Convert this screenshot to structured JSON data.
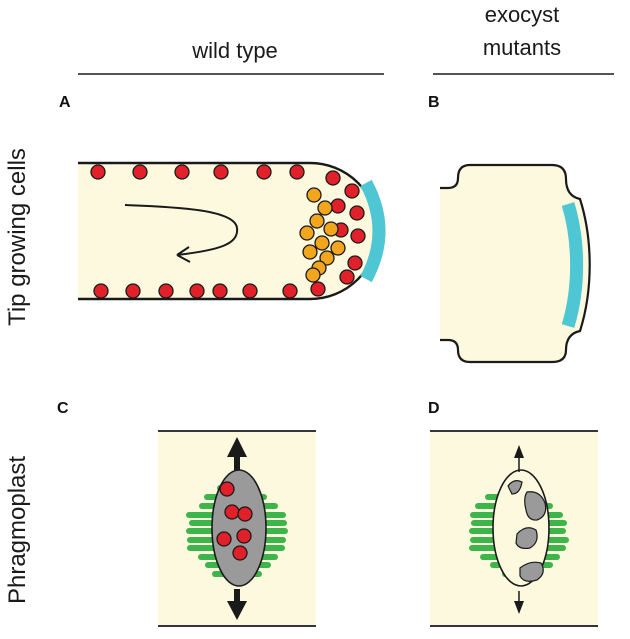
{
  "headers": {
    "wild_type": "wild type",
    "exocyst_line1": "exocyst",
    "exocyst_line2": "mutants"
  },
  "row_labels": {
    "tip": "Tip growing cells",
    "phragmoplast": "Phragmoplast"
  },
  "panels": {
    "a": "A",
    "b": "B",
    "c": "C",
    "d": "D"
  },
  "colors": {
    "cytoplasm": "#fdf9df",
    "vesicle_red": "#e2202a",
    "vesicle_orange": "#f2a61e",
    "cell_wall_tip": "#4fc6d3",
    "microtubules": "#3db54a",
    "cell_plate": "#9a9a9a",
    "outline": "#1a1a1a"
  }
}
